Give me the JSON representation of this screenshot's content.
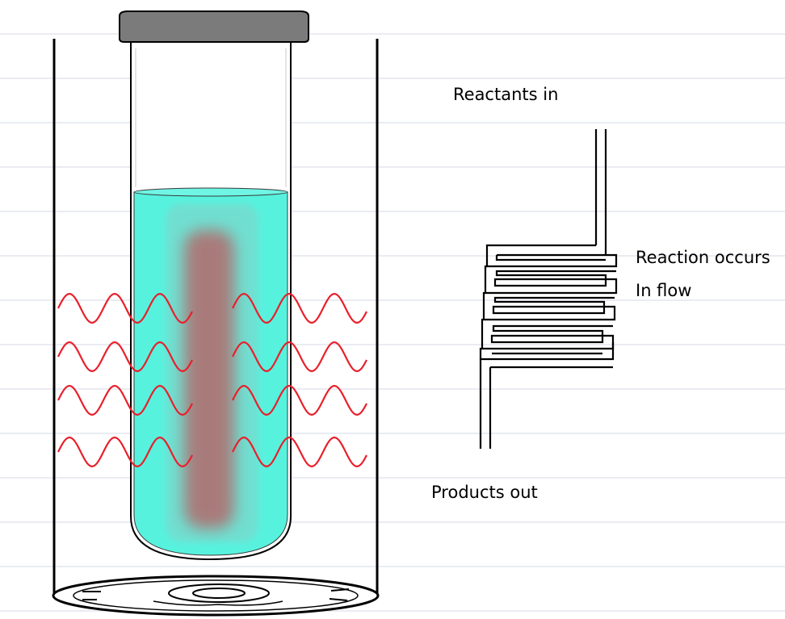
{
  "labels": {
    "reactants_in": "Reactants in",
    "reaction_occurs": "Reaction occurs",
    "in_flow": "In flow",
    "products_out": "Products out"
  },
  "colors": {
    "ruled_lines": "#e3e6ee",
    "solution": "#57f2de",
    "stir_bar": "#b26a6c",
    "heat_waves": "#e8202b",
    "cap": "#7b7b7b",
    "outline": "#000000"
  },
  "heat_wave_rows": 4
}
